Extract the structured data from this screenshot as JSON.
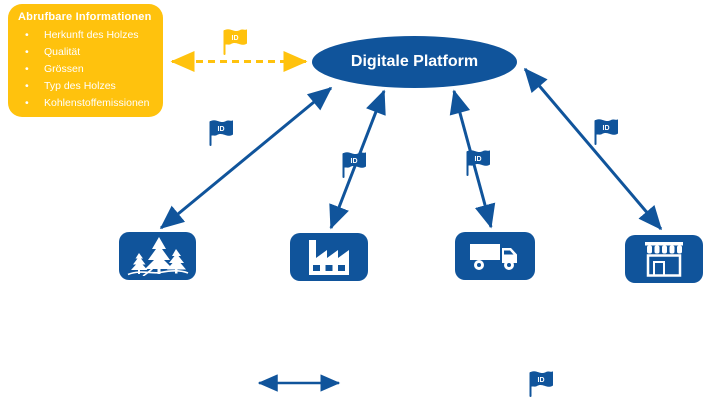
{
  "colors": {
    "blue": "#10549B",
    "yellow": "#FFC20D",
    "white": "#FFFFFF"
  },
  "info_box": {
    "title": "Abrufbare Informationen",
    "items": [
      "Herkunft des Holzes",
      "Qualität",
      "Grössen",
      "Typ des Holzes",
      "Kohlenstoffemissionen"
    ]
  },
  "platform": {
    "label": "Digitale Platform"
  },
  "flag": {
    "label": "ID"
  },
  "nodes": [
    {
      "id": "forest",
      "icon": "forest-icon"
    },
    {
      "id": "factory",
      "icon": "factory-icon"
    },
    {
      "id": "truck",
      "icon": "truck-icon"
    },
    {
      "id": "store",
      "icon": "store-icon"
    }
  ]
}
